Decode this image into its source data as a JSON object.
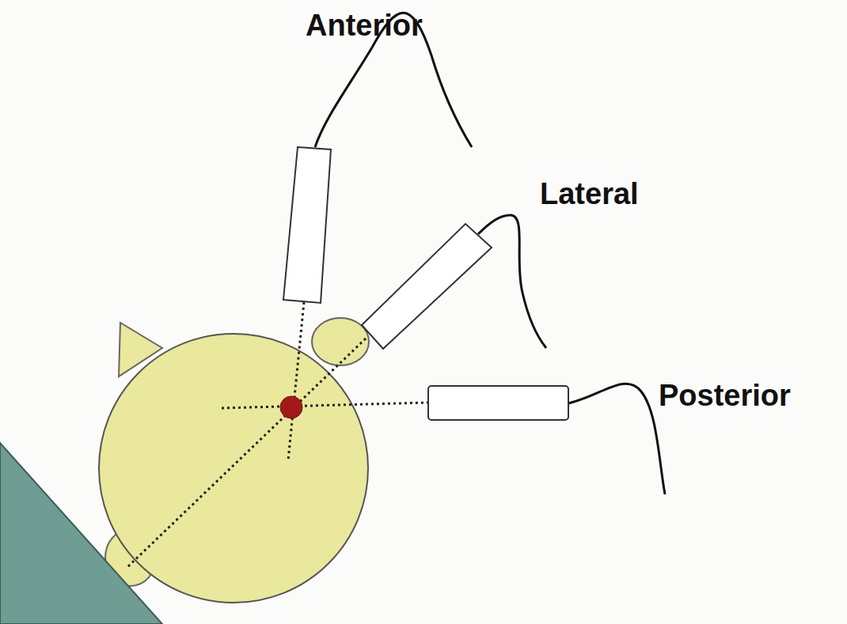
{
  "diagram": {
    "labels": [
      "Anterior",
      "Lateral",
      "Posterior"
    ]
  }
}
